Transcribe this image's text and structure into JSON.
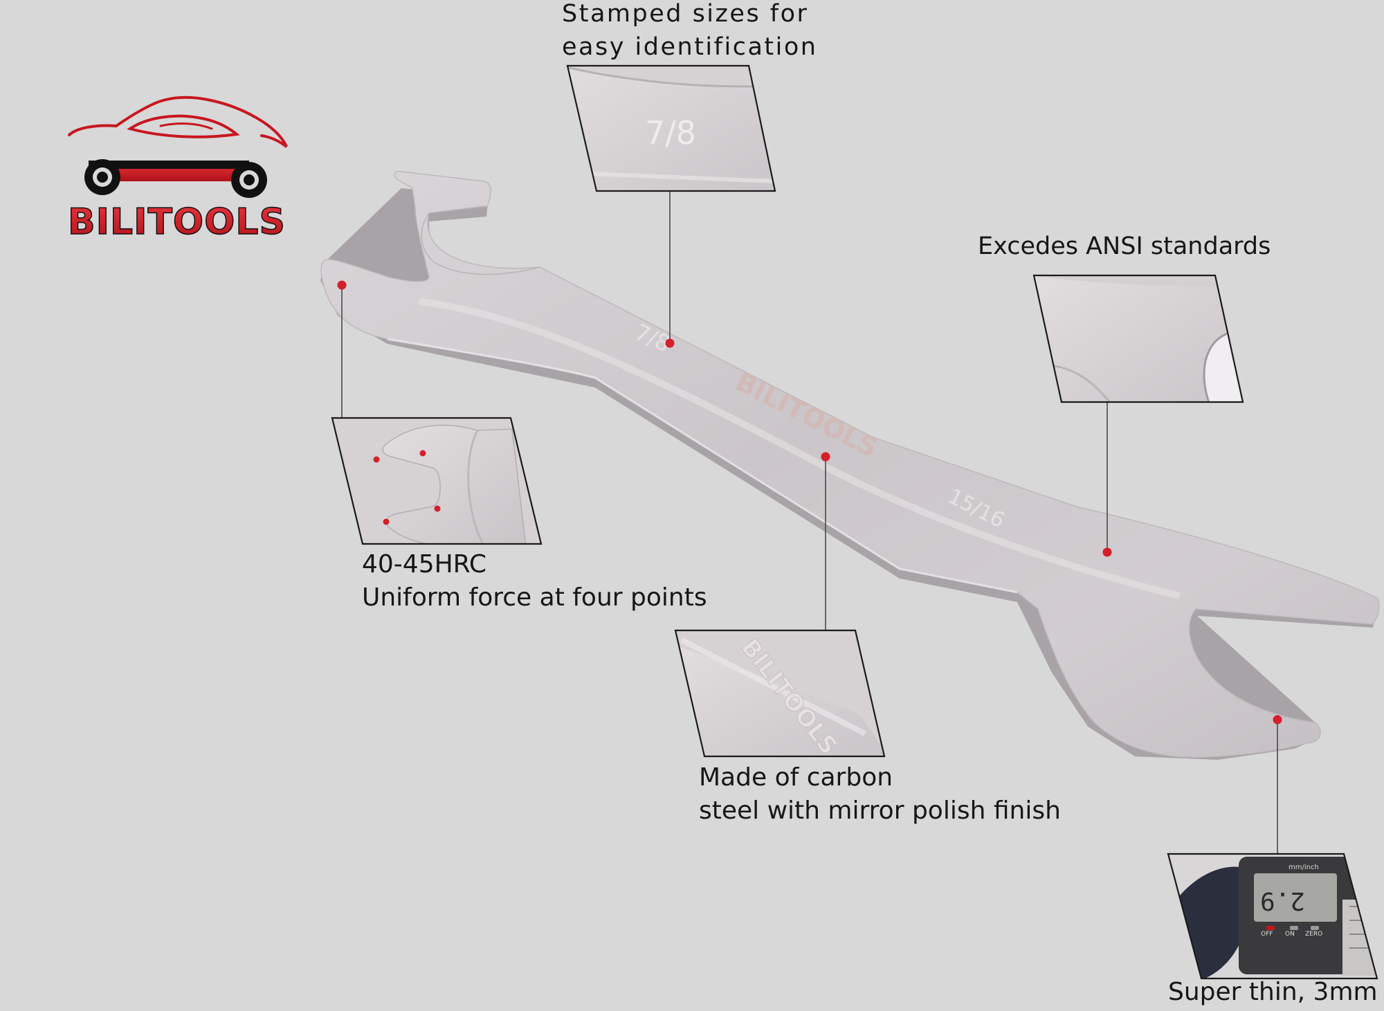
{
  "brand": {
    "name": "BILITOOLS",
    "colors": {
      "red": "#c8161e",
      "black": "#111111",
      "background": "#d8d8d8",
      "steel": "#cbc6c9",
      "callout_dot": "#d4202a",
      "leader_line": "#4a4a4a"
    }
  },
  "wrench": {
    "stamp_left": "7/8",
    "stamp_right": "15/16",
    "engraving": "BILITOOLS"
  },
  "callouts": {
    "stamped": {
      "lines": [
        "Stamped sizes for",
        "easy identification"
      ],
      "detail_stamp": "7/8"
    },
    "ansi": {
      "lines": [
        "Excedes ANSI standards"
      ]
    },
    "hardness": {
      "lines": [
        "40-45HRC",
        "Uniform force at four points"
      ]
    },
    "material": {
      "lines": [
        "Made of carbon",
        "steel with mirror polish finish"
      ],
      "detail_engraving": "BILITOOLS"
    },
    "thickness": {
      "lines": [
        "Super thin, 3mm"
      ],
      "caliper_reading": "2.9",
      "caliper_units": "mm/inch",
      "caliper_buttons": [
        "OFF",
        "ON",
        "ZERO"
      ]
    }
  }
}
